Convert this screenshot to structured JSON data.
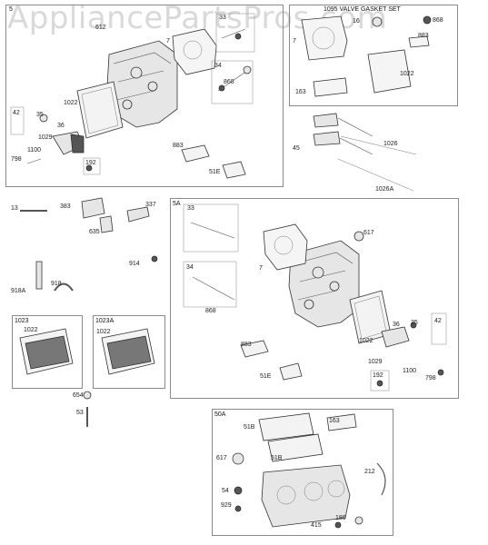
{
  "watermark": "AppliancePartsPros.com",
  "groups": {
    "g5": "5",
    "g1095": "1095 VALVE GASKET SET",
    "g5a": "5A",
    "g1023": "1023",
    "g1023a": "1023A",
    "g50a": "50A"
  },
  "labels": {
    "p612": "612",
    "p7a": "7",
    "p33a": "33",
    "p34a": "34",
    "p868a": "868",
    "p1022a": "1022",
    "p42a": "42",
    "p35a": "35",
    "p36a": "36",
    "p1029a": "1029",
    "p1100a": "1100",
    "p798a": "798",
    "p192a": "192",
    "p883a": "883",
    "p51ea": "51E",
    "p16": "16",
    "p868b": "868",
    "p7b": "7",
    "p883b": "883",
    "p1022b": "1022",
    "p163a": "163",
    "p45": "45",
    "p1026": "1026",
    "p1026a": "1026A",
    "p13": "13",
    "p383": "383",
    "p337": "337",
    "p635": "635",
    "p914": "914",
    "p918": "918",
    "p918a": "918A",
    "p1022c": "1022",
    "p1022d": "1022",
    "p654": "654",
    "p53": "53",
    "p33b": "33",
    "p617a": "617",
    "p7c": "7",
    "p34b": "34",
    "p868c": "868",
    "p883c": "883",
    "p1022e": "1022",
    "p36b": "36",
    "p35b": "35",
    "p42b": "42",
    "p51eb": "51E",
    "p1029b": "1029",
    "p1100b": "1100",
    "p798b": "798",
    "p192b": "192",
    "p163b": "163",
    "p51b1": "51B",
    "p617b": "617",
    "p51b2": "51B",
    "p212": "212",
    "p54": "54",
    "p929": "929",
    "p186": "186",
    "p415": "415"
  }
}
